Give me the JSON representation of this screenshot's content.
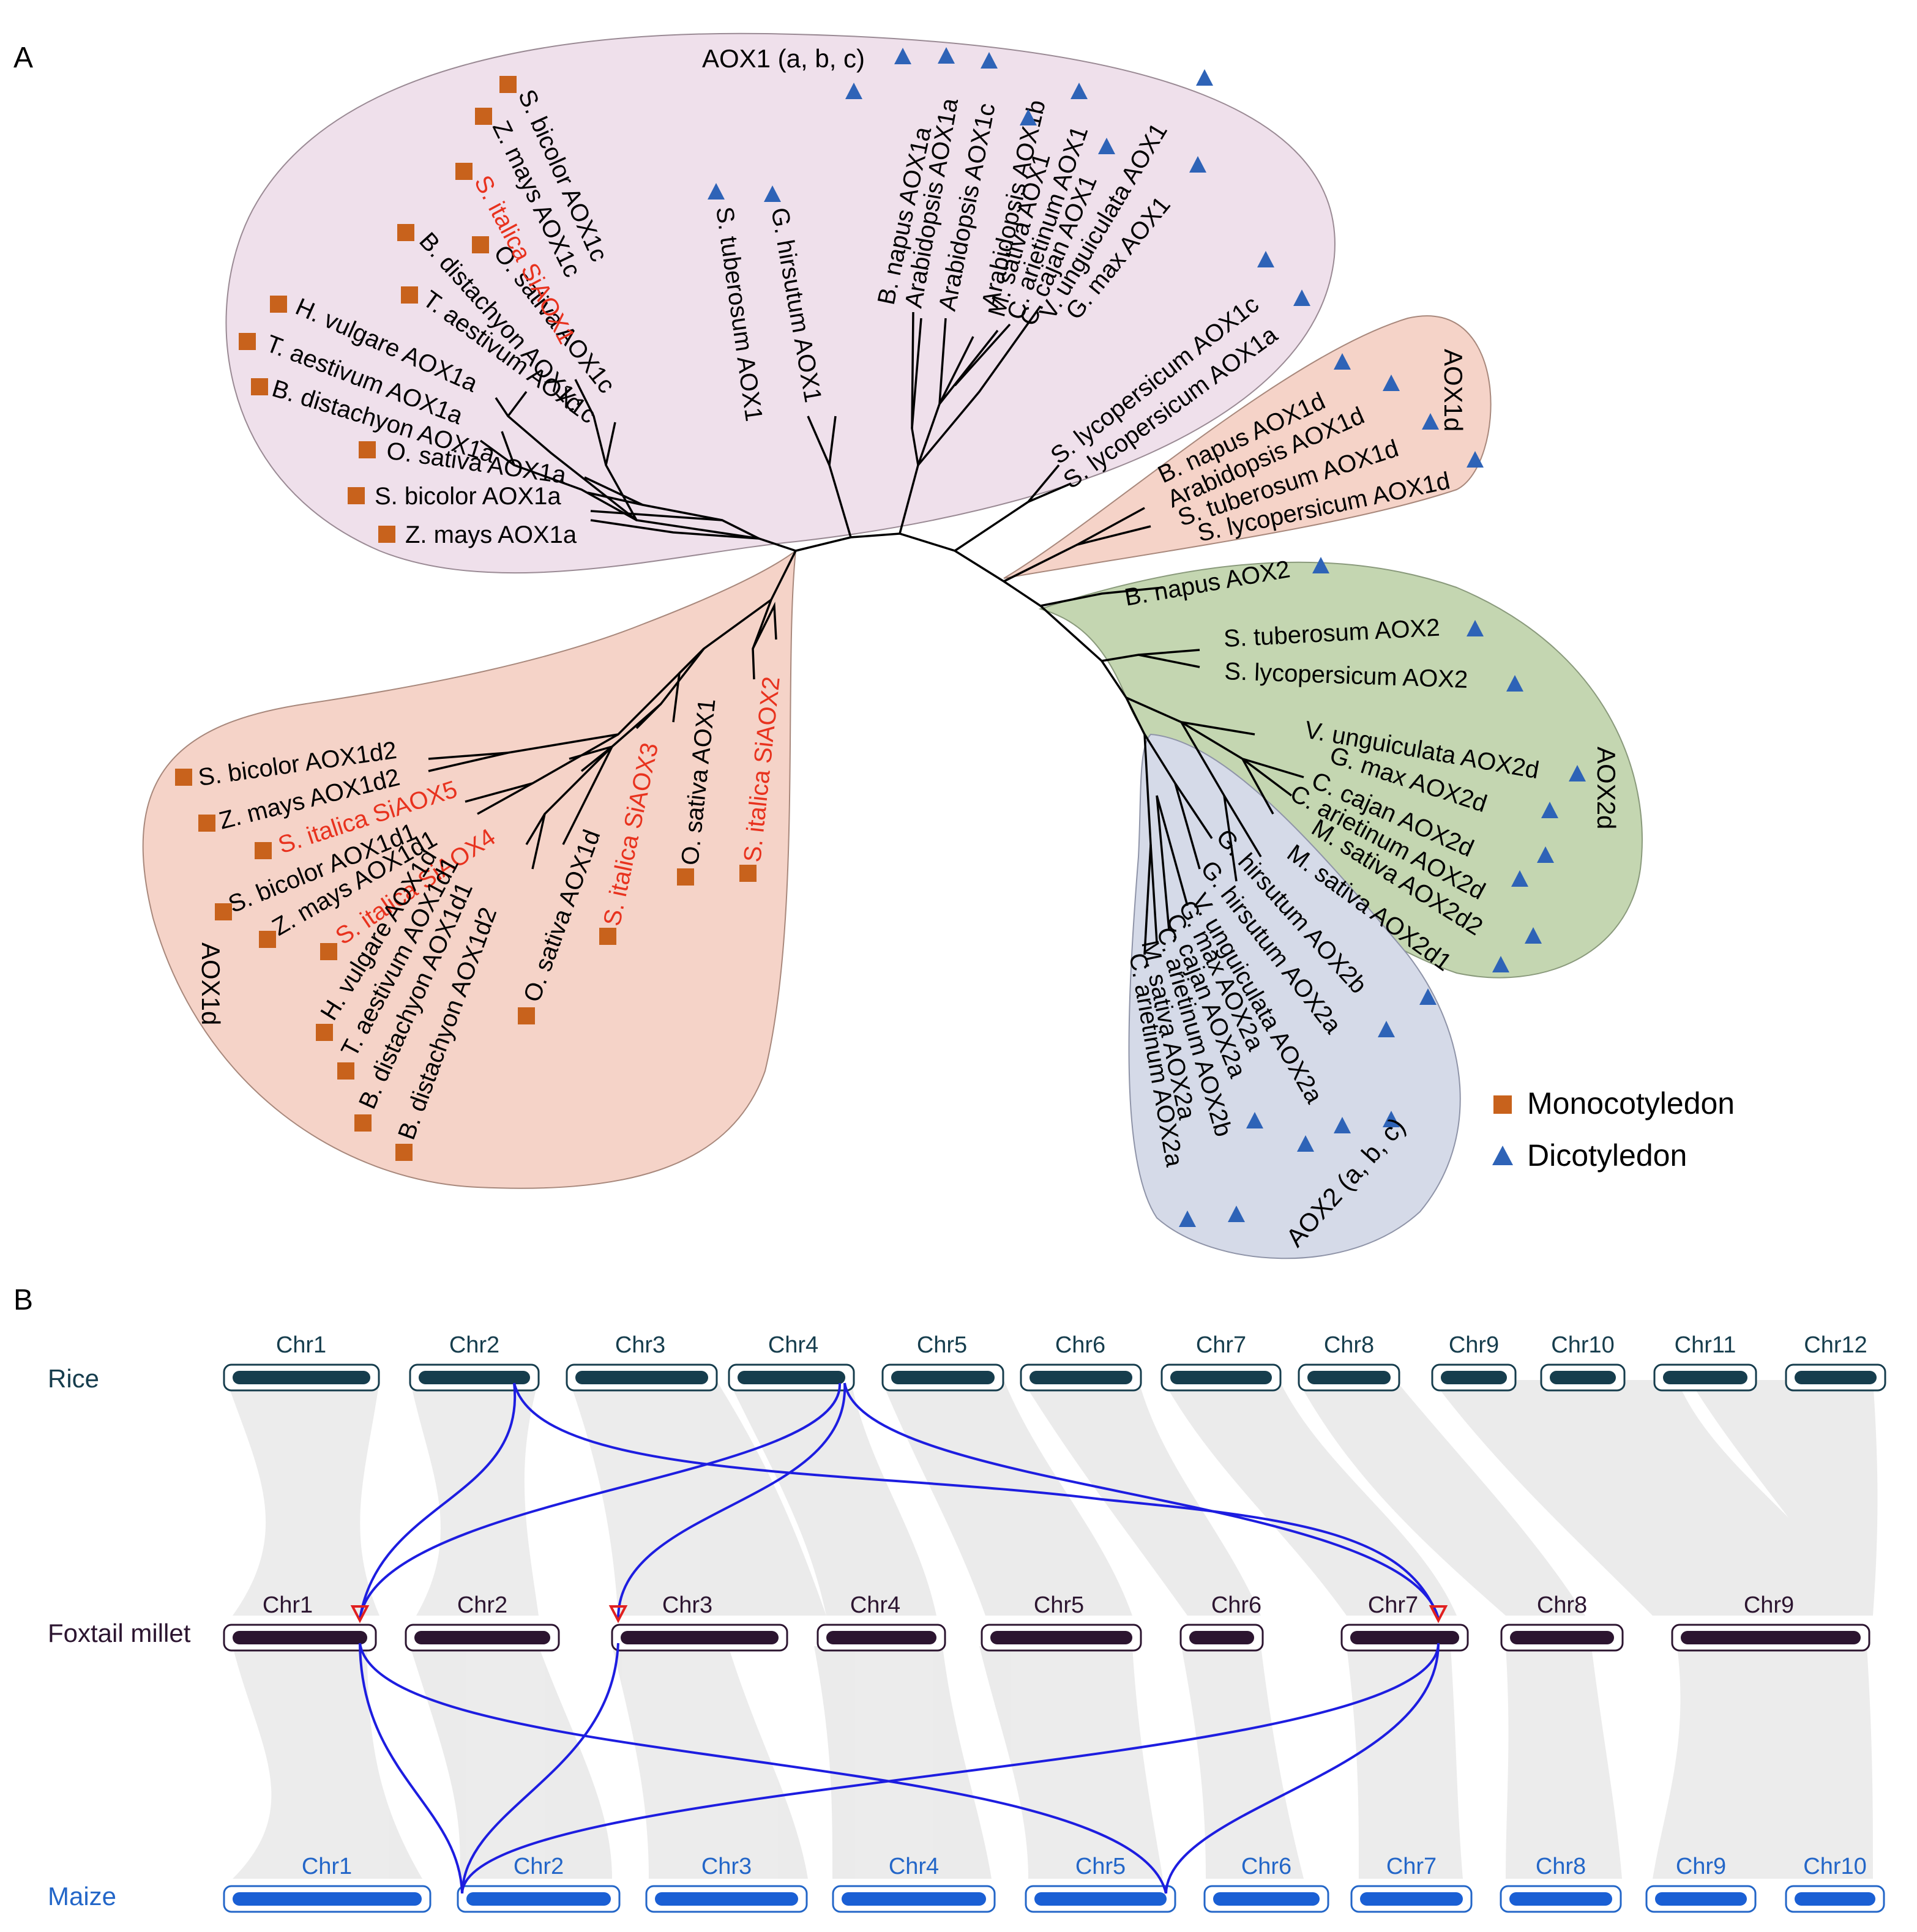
{
  "panel_a": {
    "label": "A",
    "colors": {
      "aox1_bg": "#efe0eb",
      "aox1d_bg": "#f5d3c8",
      "aox2d_bg": "#c4d6b1",
      "aox2abc_bg": "#d5dae8",
      "monocot": "#c8621c",
      "dicot": "#2e63b7",
      "highlight_text": "#e8321e"
    },
    "clades": {
      "aox1": "AOX1 (a, b, c)",
      "aox1d_right": "AOX1d",
      "aox2d": "AOX2d",
      "aox2abc": "AOX2 (a, b, c)",
      "aox1d_left": "AOX1d"
    },
    "legend": {
      "monocot": "Monocotyledon",
      "dicot": "Dicotyledon"
    },
    "leaves": {
      "l01": "Z. mays AOX1a",
      "l02": "S. bicolor AOX1a",
      "l03": "O. sativa AOX1a",
      "l04": "B. distachyon AOX1a",
      "l05": "T. aestivum AOX1a",
      "l06": "H. vulgare AOX1a",
      "l07": "T. aestivum AOX1c",
      "l08": "B. distachyon AOX1c",
      "l09": "O. sativa AOX1c",
      "l10": "S. italica SiAOX1",
      "l11": "Z. mays AOX1c",
      "l12": "S. bicolor AOX1c",
      "l13": "S. tuberosum AOX1",
      "l14": "G. hirsutum AOX1",
      "l15": "B. napus AOX1a",
      "l16": "Arabidopsis AOX1a",
      "l17": "Arabidopsis AOX1c",
      "l18": "Arabidopsis AOX1b",
      "l19": "M. sativa AOX1",
      "l20": "C. arietinum AOX1",
      "l21": "C. cajan AOX1",
      "l22": "V. unguiculata AOX1",
      "l23": "G. max AOX1",
      "l24": "S. lycopersicum AOX1c",
      "l25": "S. lycopersicum AOX1a",
      "l26": "B. napus AOX1d",
      "l27": "Arabidopsis AOX1d",
      "l28": "S. tuberosum AOX1d",
      "l29": "S. lycopersicum AOX1d",
      "l30": "B. napus AOX2",
      "l31": "S. tuberosum AOX2",
      "l32": "S. lycopersicum AOX2",
      "l33": "V. unguiculata AOX2d",
      "l34": "G. max AOX2d",
      "l35": "C. cajan AOX2d",
      "l36": "C. arietinum AOX2d",
      "l37": "M. sativa AOX2d2",
      "l38": "M. sativa AOX2d1",
      "l39": "G. hirsutum AOX2b",
      "l40": "G. hirsutum AOX2a",
      "l41": "V. unguiculata AOX2a",
      "l42": "G. max AOX2a",
      "l43": "C. cajan AOX2a",
      "l44": "C. arietinum AOX2b",
      "l45": "M. sativa AOX2a",
      "l46": "C. arietinum AOX2a",
      "l47": "S. bicolor AOX1d2",
      "l48": "Z. mays AOX1d2",
      "l49": "S. italica SiAOX5",
      "l50": "S. bicolor AOX1d1",
      "l51": "Z. mays AOX1d1",
      "l52": "S. italica SiAOX4",
      "l53": "H. vulgare AOX1d",
      "l54": "T. aestivum AOX1d1",
      "l55": "B. distachyon AOX1d1",
      "l56": "B. distachyon AOX1d2",
      "l57": "O. sativa AOX1d",
      "l58": "S. italica SiAOX3",
      "l59": "O. sativa AOX1",
      "l60": "S. italica SiAOX2"
    }
  },
  "panel_b": {
    "label": "B",
    "colors": {
      "rice": "#163d4d",
      "millet": "#2c1530",
      "maize": "#1a5fd4",
      "maize_label": "#2366c8",
      "link": "#1d1de0",
      "marker": "#e02020",
      "synteny": "#d9d9d9"
    },
    "species": {
      "rice": "Rice",
      "millet": "Foxtail millet",
      "maize": "Maize"
    },
    "rice_chrs": [
      "Chr1",
      "Chr2",
      "Chr3",
      "Chr4",
      "Chr5",
      "Chr6",
      "Chr7",
      "Chr8",
      "Chr9",
      "Chr10",
      "Chr11",
      "Chr12"
    ],
    "millet_chrs": [
      "Chr1",
      "Chr2",
      "Chr3",
      "Chr4",
      "Chr5",
      "Chr6",
      "Chr7",
      "Chr8",
      "Chr9"
    ],
    "maize_chrs": [
      "Chr1",
      "Chr2",
      "Chr3",
      "Chr4",
      "Chr5",
      "Chr6",
      "Chr7",
      "Chr8",
      "Chr9",
      "Chr10"
    ]
  }
}
